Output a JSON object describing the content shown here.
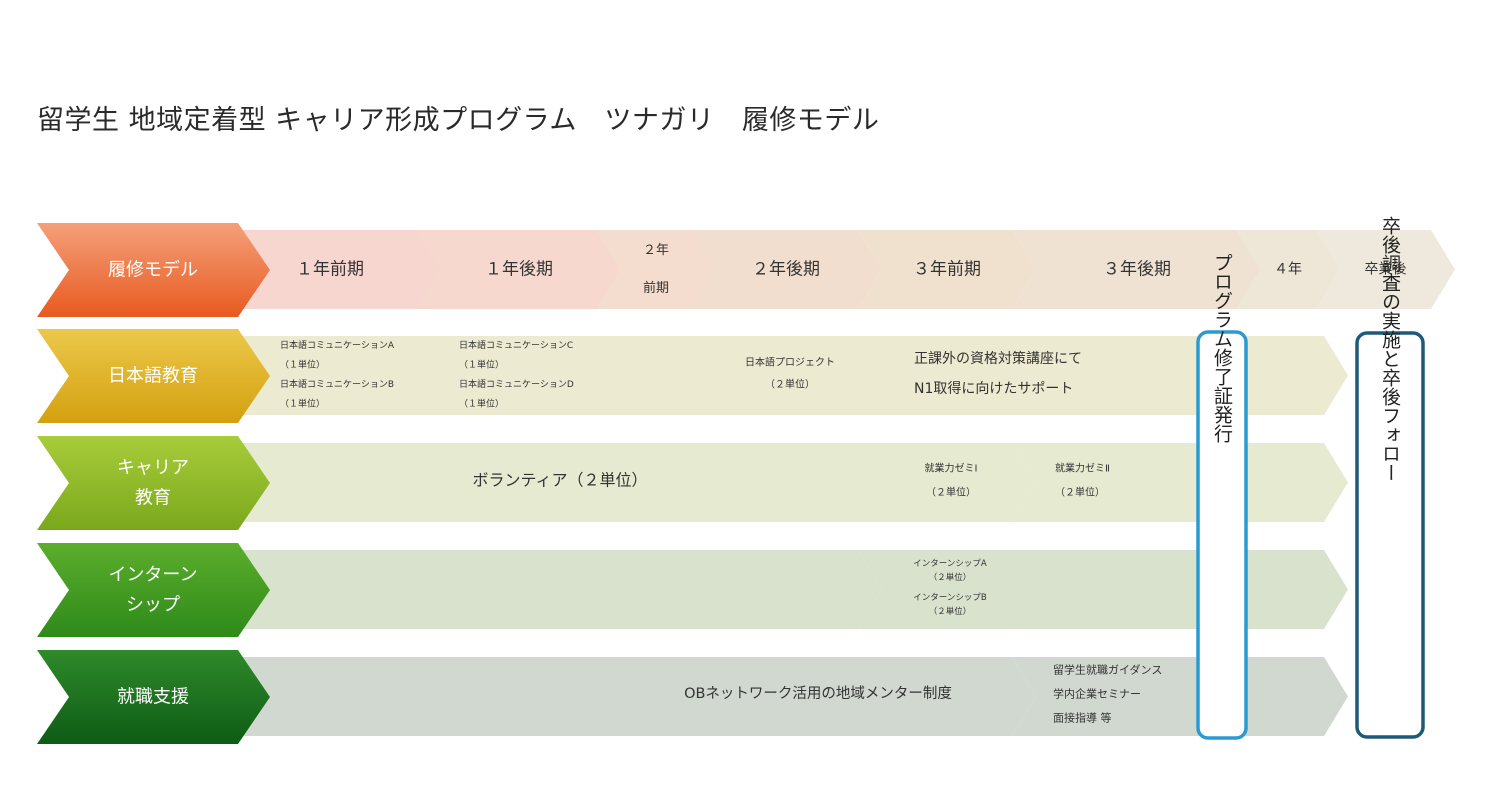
{
  "title": "留学生 地域定着型 キャリア形成プログラム　ツナガリ　履修モデル",
  "rows": [
    {
      "label": [
        "履修モデル"
      ]
    },
    {
      "label": [
        "日本語教育"
      ]
    },
    {
      "label": [
        "キャリア",
        "教育"
      ]
    },
    {
      "label": [
        "インターン",
        "シップ"
      ]
    },
    {
      "label": [
        "就職支援"
      ]
    }
  ],
  "periods": [
    {
      "label": [
        "１年前期"
      ]
    },
    {
      "label": [
        "１年後期"
      ]
    },
    {
      "label": [
        "２年",
        "前期"
      ]
    },
    {
      "label": [
        "２年後期"
      ]
    },
    {
      "label": [
        "３年前期"
      ]
    },
    {
      "label": [
        "３年後期"
      ]
    },
    {
      "label": [
        "４年"
      ]
    },
    {
      "label": [
        "卒業後"
      ]
    }
  ],
  "cells": {
    "japanese_1a": [
      "日本語コミュニケーションA",
      "（１単位）",
      "日本語コミュニケーションB",
      "（１単位）"
    ],
    "japanese_1b": [
      "日本語コミュニケーションC",
      "（１単位）",
      "日本語コミュニケーションD",
      "（１単位）"
    ],
    "japanese_2b": [
      "日本語プロジェクト",
      "（２単位）"
    ],
    "japanese_3": [
      "正課外の資格対策講座にて",
      "N1取得に向けたサポート"
    ],
    "career_volunteer": [
      "ボランティア（２単位）"
    ],
    "career_3a": [
      "就業力ゼミⅠ",
      "（２単位）"
    ],
    "career_3b": [
      "就業力ゼミⅡ",
      "（２単位）"
    ],
    "intern_3a": [
      "インターンシップA",
      "（２単位）",
      "インターンシップB",
      "（２単位）"
    ],
    "job_ob": [
      "OBネットワーク活用の地域メンター制度"
    ],
    "job_3b": [
      "留学生就職ガイダンス",
      "学内企業セミナー",
      "面接指導 等"
    ]
  },
  "boxes": {
    "certificate": "プログラム修了証発行",
    "followup": "卒後調査の実施と卒後フォロー"
  },
  "colors": {
    "row_headers": [
      [
        "#f4a07a",
        "#e85a20"
      ],
      [
        "#ecc84a",
        "#d4a010"
      ],
      [
        "#a8cc3a",
        "#7aa81c"
      ],
      [
        "#5cae2c",
        "#2e8a1a"
      ],
      [
        "#2e8a2a",
        "#0e5c16"
      ]
    ],
    "row_fills": [
      "#f4d6cc",
      "#ecead0",
      "#e6ead0",
      "#d8e2cc",
      "#d0d8d0"
    ],
    "period_fills": [
      "#f6d6ce",
      "#f6d8ce",
      "#f4dcce",
      "#f2dece",
      "#f0e0ce",
      "#f0e2d2",
      "#eee6d6",
      "#efe8dc"
    ],
    "certificate_border": "#2a9ad0",
    "followup_border": "#1e5a78"
  }
}
